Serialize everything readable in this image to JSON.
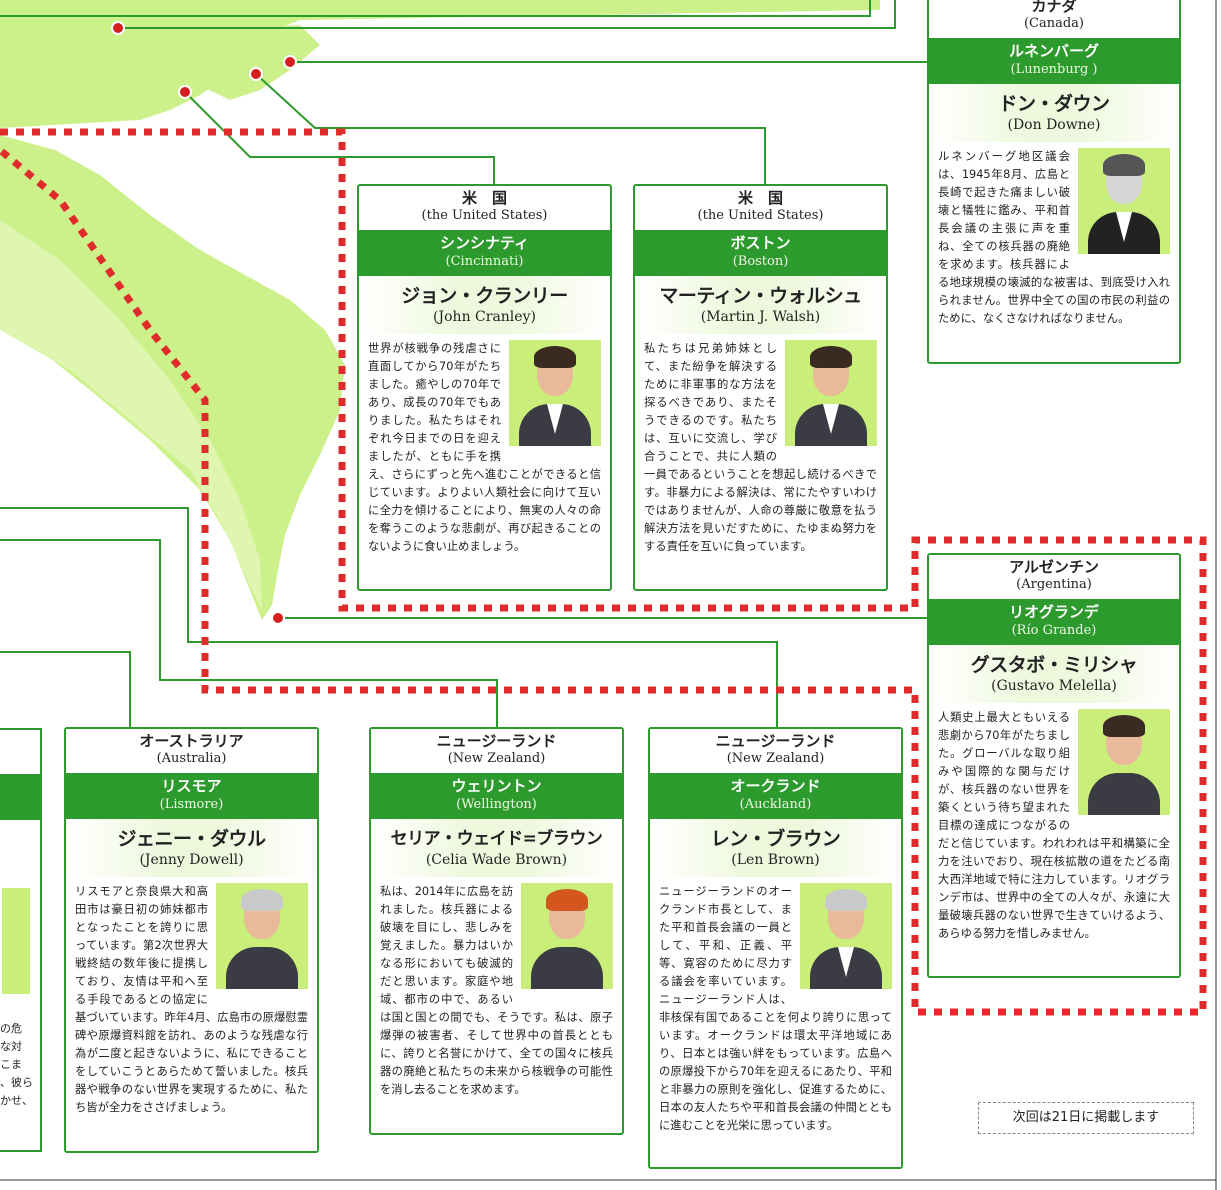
{
  "cards": {
    "canada": {
      "country_jp": "カナダ",
      "country_en": "(Canada)",
      "city_jp": "ルネンバーグ",
      "city_en": "(Lunenburg )",
      "name_jp": "ドン・ダウン",
      "name_en": "(Don Downe)",
      "message": "ルネンバーグ地区議会は、1945年8月、広島と長崎で起きた痛ましい破壊と犠牲に鑑み、平和首長会議の主張に声を重ね、全ての核兵器の廃絶を求めます。核兵器による地球規模の壊滅的な被害は、到底受け入れられません。世界中全ての国の市民の利益のために、なくさなければなりません。"
    },
    "cincinnati": {
      "country_jp": "米　国",
      "country_en": "(the United States)",
      "city_jp": "シンシナティ",
      "city_en": "(Cincinnati)",
      "name_jp": "ジョン・クランリー",
      "name_en": "(John Cranley)",
      "message": "世界が核戦争の残虐さに直面してから70年がたちました。癒やしの70年であり、成長の70年でもありました。私たちはそれぞれ今日までの日を迎えましたが、ともに手を携え、さらにずっと先へ進むことができると信じています。よりよい人類社会に向けて互いに全力を傾けることにより、無実の人々の命を奪うこのような悲劇が、再び起きることのないように食い止めましょう。"
    },
    "boston": {
      "country_jp": "米　国",
      "country_en": "(the United States)",
      "city_jp": "ボストン",
      "city_en": "(Boston)",
      "name_jp": "マーティン・ウォルシュ",
      "name_en": "(Martin J. Walsh)",
      "message": "私たちは兄弟姉妹として、また紛争を解決するために非軍事的な方法を探るべきであり、またそうできるのです。私たちは、互いに交流し、学び合うことで、共に人類の一員であるということを想起し続けるべきです。非暴力による解決は、常にたやすいわけではありませんが、人命の尊厳に敬意を払う解決方法を見いだすために、たゆまぬ努力をする責任を互いに負っています。"
    },
    "argentina": {
      "country_jp": "アルゼンチン",
      "country_en": "(Argentina)",
      "city_jp": "リオグランデ",
      "city_en": "(Río Grande)",
      "name_jp": "グスタボ・ミリシャ",
      "name_en": "(Gustavo Melella)",
      "message": "人類史上最大ともいえる悲劇から70年がたちました。グローバルな取り組みや国際的な関与だけが、核兵器のない世界を築くという待ち望まれた目標の達成につながるのだと信じています。われわれは平和構築に全力を注いでおり、現在核拡散の道をたどる南大西洋地域で特に注力しています。リオグランデ市は、世界中の全ての人々が、永遠に大量破壊兵器のない世界で生きていけるよう、あらゆる努力を惜しみません。"
    },
    "lismore": {
      "country_jp": "オーストラリア",
      "country_en": "(Australia)",
      "city_jp": "リスモア",
      "city_en": "(Lismore)",
      "name_jp": "ジェニー・ダウル",
      "name_en": "(Jenny Dowell)",
      "message": "リスモアと奈良県大和高田市は豪日初の姉妹都市となったことを誇りに思っています。第2次世界大戦終結の数年後に提携しており、友情は平和へ至る手段であるとの協定に基づいています。昨年4月、広島市の原爆慰霊碑や原爆資料館を訪れ、あのような残虐な行為が二度と起きないように、私にできることをしていこうとあらためて誓いました。核兵器や戦争のない世界を実現するために、私たち皆が全力をささげましょう。"
    },
    "wellington": {
      "country_jp": "ニュージーランド",
      "country_en": "(New Zealand)",
      "city_jp": "ウェリントン",
      "city_en": "(Wellington)",
      "name_jp": "セリア・ウェイド=ブラウン",
      "name_en": "(Celia Wade Brown)",
      "message": "私は、2014年に広島を訪れました。核兵器による破壊を目にし、悲しみを覚えました。暴力はいかなる形においても破滅的だと思います。家庭や地域、都市の中で、あるいは国と国との間でも、そうです。私は、原子爆弾の被害者、そして世界中の首長とともに、誇りと名誉にかけて、全ての国々に核兵器の廃絶と私たちの未来から核戦争の可能性を消し去ることを求めます。"
    },
    "auckland": {
      "country_jp": "ニュージーランド",
      "country_en": "(New Zealand)",
      "city_jp": "オークランド",
      "city_en": "(Auckland)",
      "name_jp": "レン・ブラウン",
      "name_en": "(Len Brown)",
      "message": "ニュージーランドのオークランド市長として、また平和首長会議の一員として、平和、正義、平等、寛容のために尽力する議会を率いています。ニュージーランド人は、非核保有国であることを何より誇りに思っています。オークランドは環太平洋地域にあり、日本とは強い絆をもっています。広島への原爆投下から70年を迎えるにあたり、平和と非暴力の原則を強化し、促進するために、日本の友人たちや平和首長会議の仲間とともに進むことを光栄に思っています。"
    }
  },
  "left_fragment": {
    "lines": [
      "の危",
      "な対",
      "こま",
      "",
      "、彼ら",
      "かせ、",
      ""
    ]
  },
  "notice": "次回は21日に掲載します",
  "colors": {
    "frame_green": "#2d9a2d",
    "city_band": "#2d9a2d",
    "land": "#ccf08a",
    "dotted_red": "#e02b2b",
    "marker": "#d42020"
  }
}
